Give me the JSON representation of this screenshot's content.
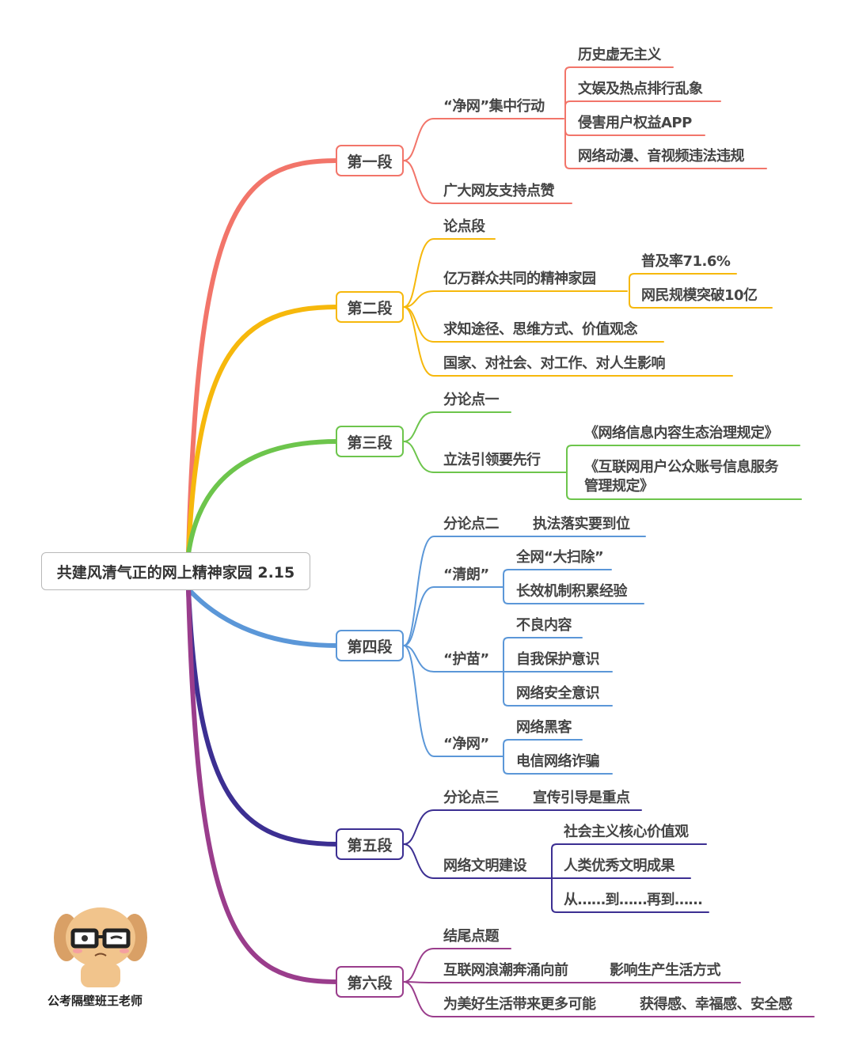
{
  "title": "共建风清气正的网上精神家园 2.15",
  "watermark": "公考隔壁班王老师",
  "colors": [
    "#f2756a",
    "#f6b80c",
    "#6dc54c",
    "#5b97d8",
    "#3c2f92",
    "#9a3d8c"
  ],
  "sections": [
    {
      "label": "第一段",
      "children": [
        {
          "text": "“净网”集中行动",
          "children": [
            {
              "text": "历史虚无主义"
            },
            {
              "text": "文娱及热点排行乱象"
            },
            {
              "text": "侵害用户权益APP"
            },
            {
              "text": "网络动漫、音视频违法违规"
            }
          ]
        },
        {
          "text": "广大网友支持点赞"
        }
      ]
    },
    {
      "label": "第二段",
      "children": [
        {
          "text": "论点段"
        },
        {
          "text": "亿万群众共同的精神家园",
          "children": [
            {
              "text": "普及率71.6%"
            },
            {
              "text": "网民规模突破10亿"
            }
          ]
        },
        {
          "text": "求知途径、思维方式、价值观念"
        },
        {
          "text": "国家、对社会、对工作、对人生影响"
        }
      ]
    },
    {
      "label": "第三段",
      "children": [
        {
          "text": "分论点一"
        },
        {
          "text": "立法引领要先行",
          "children": [
            {
              "text": "《网络信息内容生态治理规定》"
            },
            {
              "text": "《互联网用户公众账号信息服务\n管理规定》"
            }
          ]
        }
      ]
    },
    {
      "label": "第四段",
      "children": [
        {
          "text": "分论点二",
          "note": "执法落实要到位"
        },
        {
          "text": "“清朗”",
          "children": [
            {
              "text": "全网“大扫除”"
            },
            {
              "text": "长效机制积累经验"
            }
          ]
        },
        {
          "text": "“护苗”",
          "children": [
            {
              "text": "不良内容"
            },
            {
              "text": "自我保护意识"
            },
            {
              "text": "网络安全意识"
            }
          ]
        },
        {
          "text": "“净网”",
          "children": [
            {
              "text": "网络黑客"
            },
            {
              "text": "电信网络诈骗"
            }
          ]
        }
      ]
    },
    {
      "label": "第五段",
      "children": [
        {
          "text": "分论点三",
          "note": "宣传引导是重点"
        },
        {
          "text": "网络文明建设",
          "children": [
            {
              "text": "社会主义核心价值观"
            },
            {
              "text": "人类优秀文明成果"
            },
            {
              "text": "从……到……再到……"
            }
          ]
        }
      ]
    },
    {
      "label": "第六段",
      "children": [
        {
          "text": "结尾点题"
        },
        {
          "text": "互联网浪潮奔涌向前",
          "note": "影响生产生活方式"
        },
        {
          "text": "为美好生活带来更多可能",
          "note": "获得感、幸福感、安全感"
        }
      ]
    }
  ]
}
